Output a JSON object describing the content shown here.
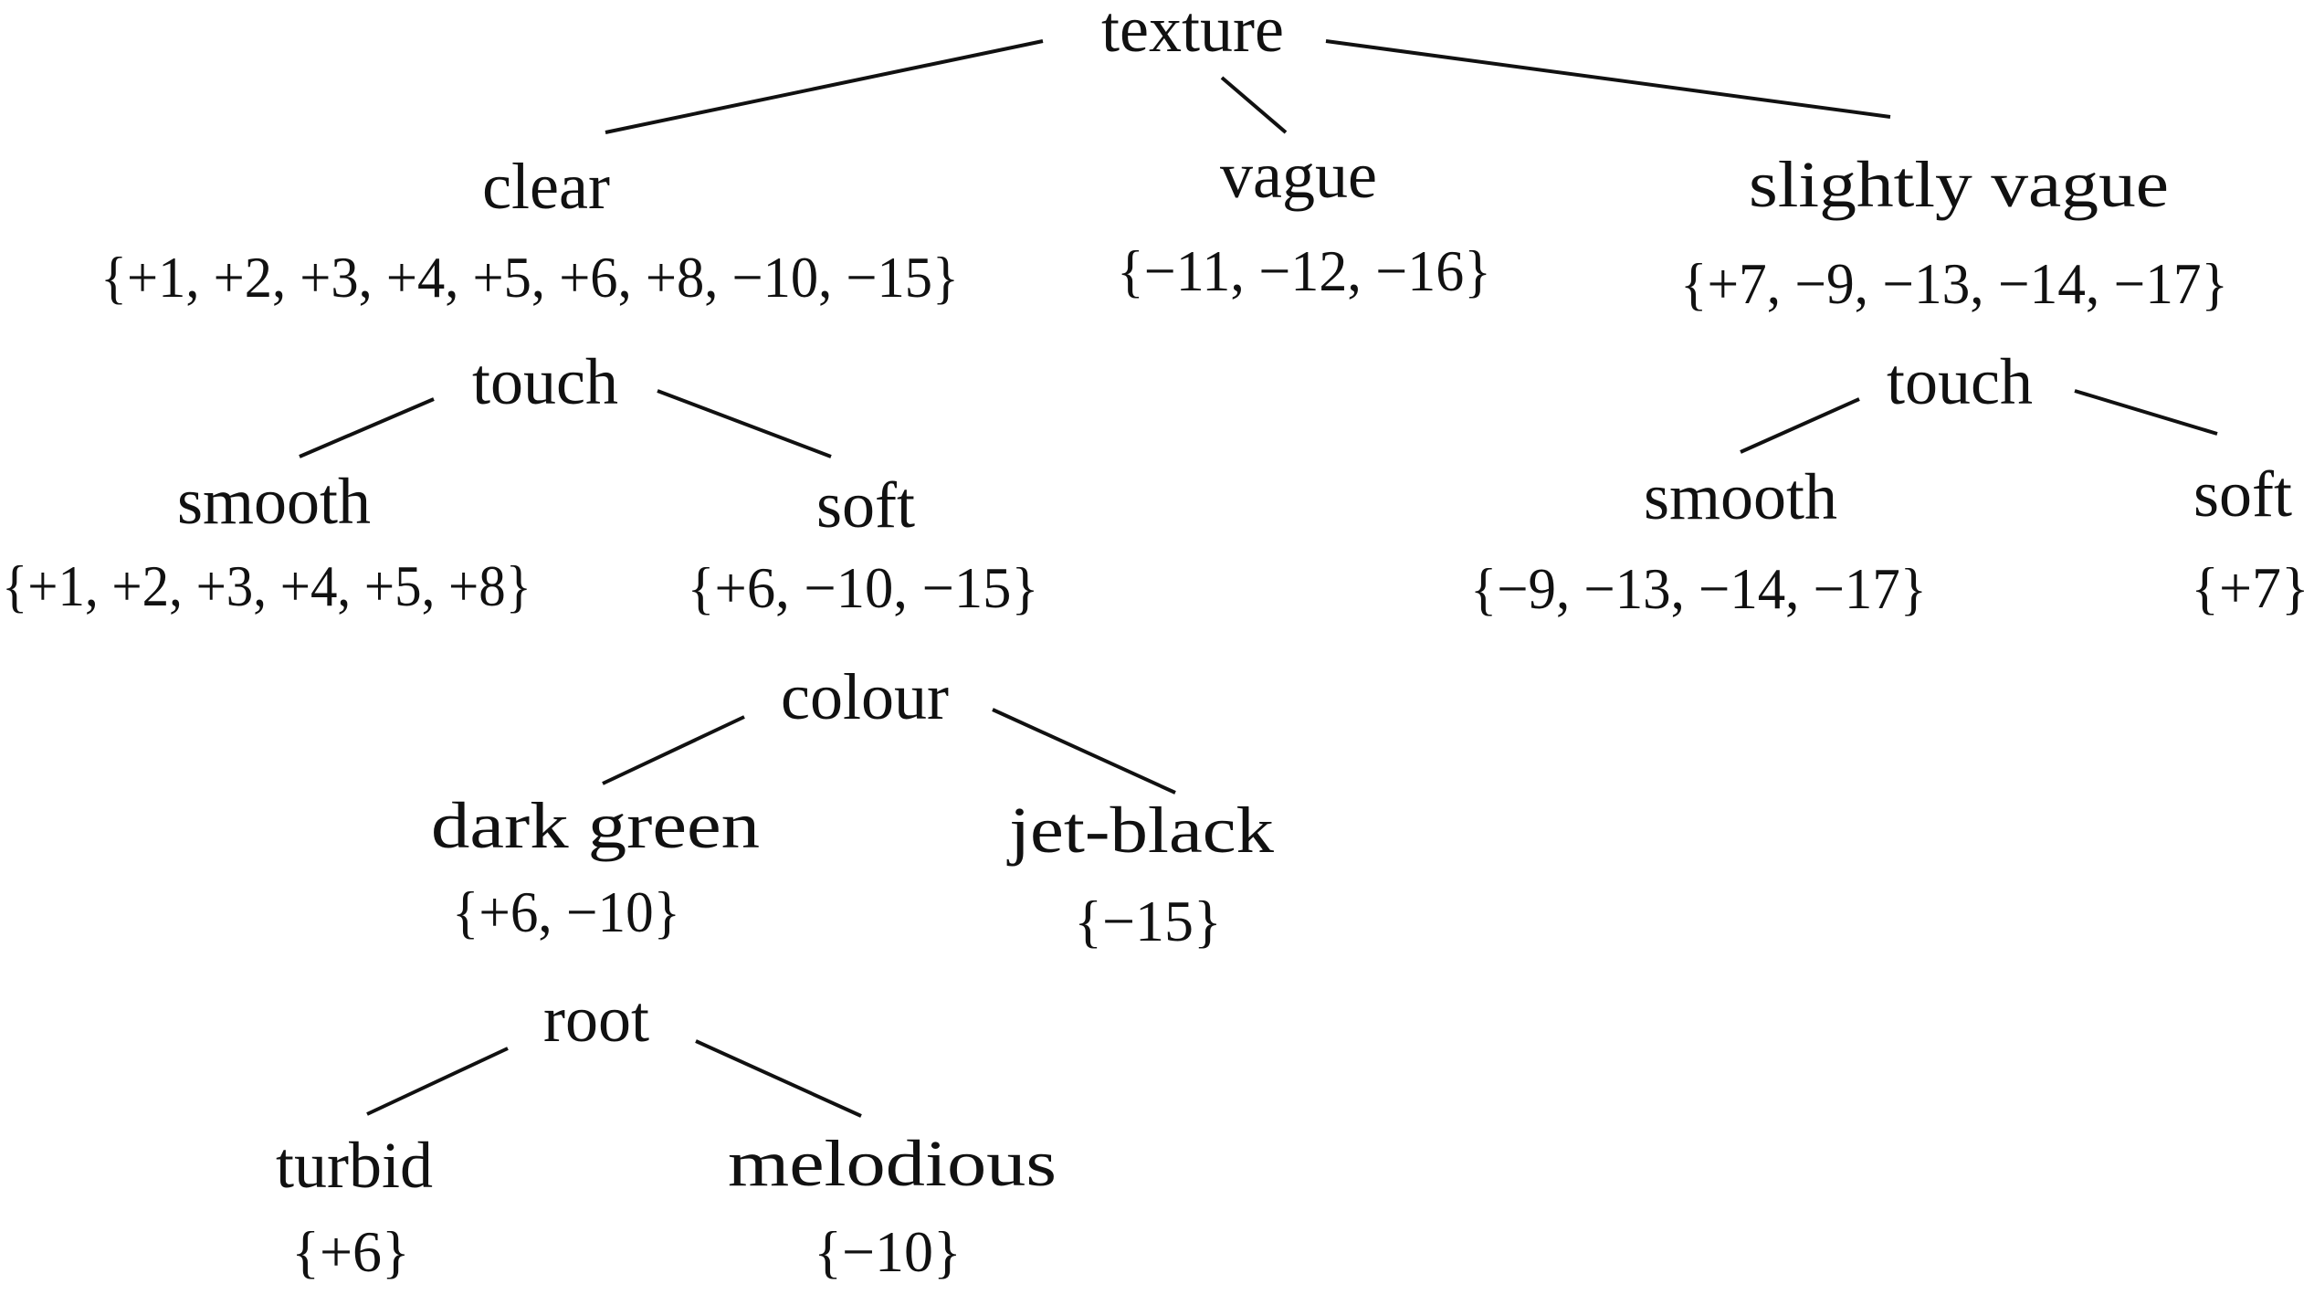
{
  "nodes": {
    "root_attr": "texture",
    "clear": "clear",
    "clear_set": "{+1, +2, +3, +4, +5, +6, +8, −10, −15}",
    "vague": "vague",
    "vague_set": "{−11, −12, −16}",
    "slightly_vague": "slightly vague",
    "slightly_vague_set": "{+7, −9, −13, −14, −17}",
    "touch_left": "touch",
    "smooth_left": "smooth",
    "smooth_left_set": "{+1, +2, +3, +4, +5, +8}",
    "soft_left": "soft",
    "soft_left_set": "{+6, −10, −15}",
    "colour": "colour",
    "dark_green": "dark green",
    "dark_green_set": "{+6, −10}",
    "jet_black": "jet-black",
    "jet_black_set": "{−15}",
    "root": "root",
    "turbid": "turbid",
    "turbid_set": "{+6}",
    "melodious": "melodious",
    "melodious_set": "{−10}",
    "touch_right": "touch",
    "smooth_right": "smooth",
    "smooth_right_set": "{−9, −13, −14, −17}",
    "soft_right": "soft",
    "soft_right_set": "{+7}"
  }
}
